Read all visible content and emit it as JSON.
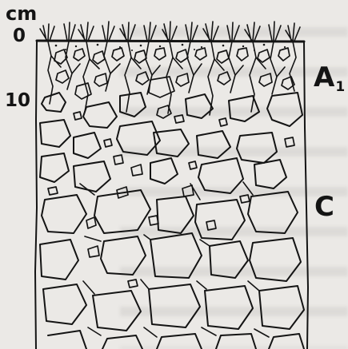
{
  "depth_axis": {
    "unit": "cm",
    "ticks": [
      "0",
      "10"
    ]
  },
  "horizons": [
    {
      "letter": "A",
      "subscript": "1"
    },
    {
      "letter": "C",
      "subscript": ""
    }
  ],
  "colors": {
    "background": "#ebe9e6",
    "ink": "#141414"
  }
}
